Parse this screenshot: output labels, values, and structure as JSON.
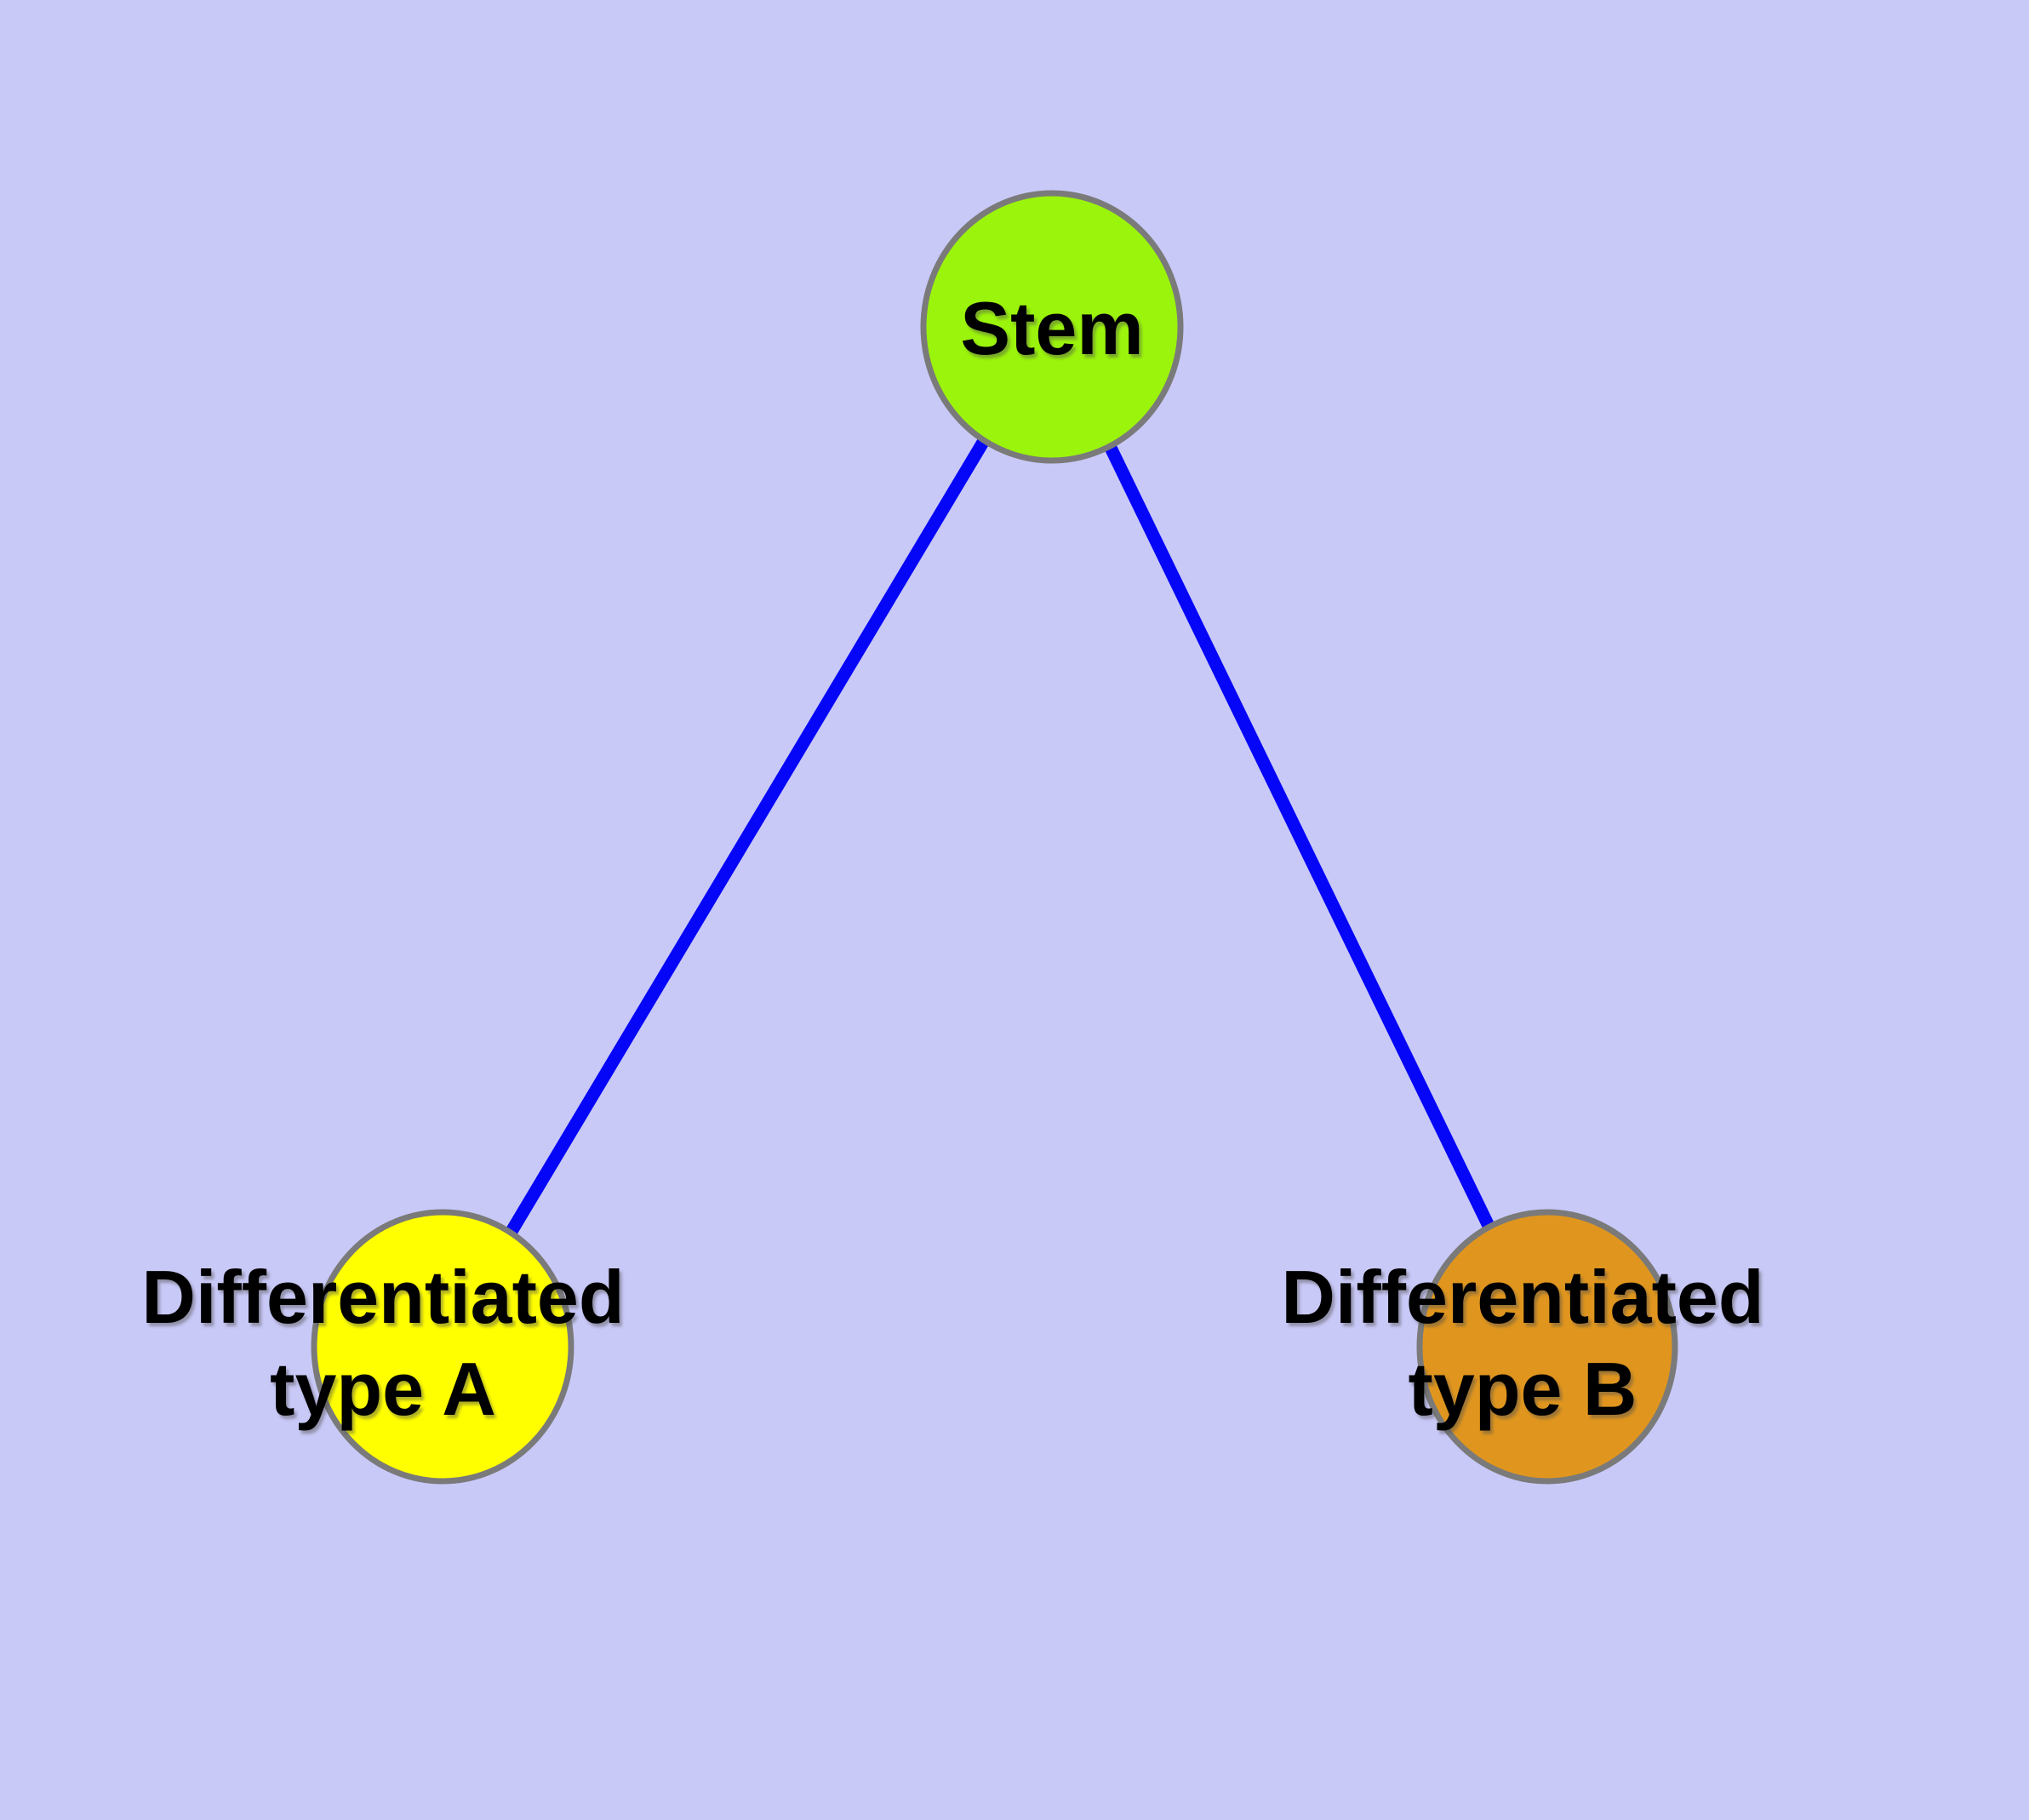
{
  "figure": {
    "type": "node-link-diagram",
    "description": "Cell differentiation graph: one stem node connected to two differentiated type nodes",
    "background_color": "#C9C9F8",
    "edge_color": "#0505F8",
    "node_border_color": "#7A7A7A",
    "text_color": "#000000",
    "nodes": [
      {
        "id": "stem",
        "label": "Stem",
        "color": "#9BF40B"
      },
      {
        "id": "type-a",
        "label_line1": "Differentiated",
        "label_line2": "type A",
        "color": "#FFFF00"
      },
      {
        "id": "type-b",
        "label_line1": "Differentiated",
        "label_line2": "type B",
        "color": "#E0961E"
      }
    ],
    "edges": [
      {
        "from": "Stem",
        "to": "Differentiated type A"
      },
      {
        "from": "Stem",
        "to": "Differentiated type B"
      }
    ]
  }
}
